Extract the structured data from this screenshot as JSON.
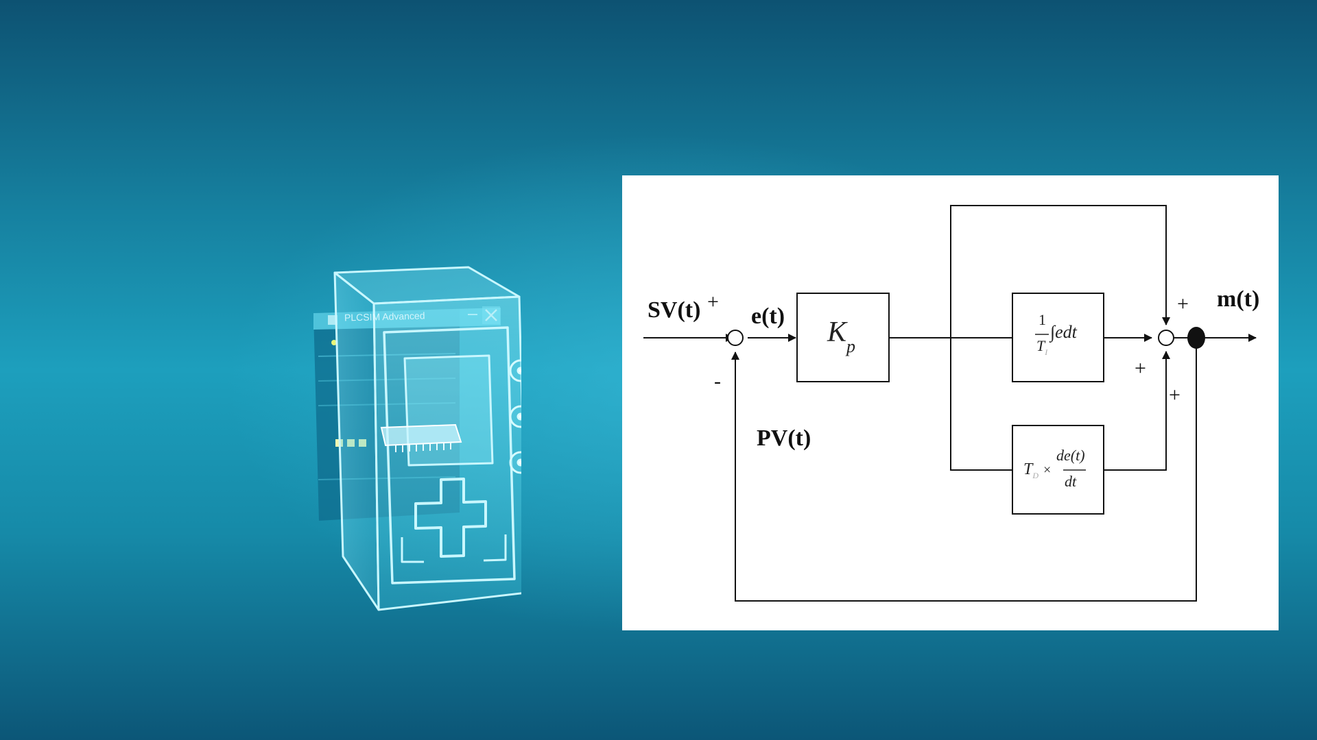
{
  "background": {
    "accent": "#1d9fbd",
    "dark": "#0d5272"
  },
  "plc": {
    "window_title": "PLCSIM Advanced",
    "minimize_glyph": "—",
    "close_glyph": "✕",
    "glow_color": "#bff6ff",
    "icons": [
      "plc-device-icon",
      "chip-icon",
      "minimize-icon",
      "close-icon",
      "port-icon"
    ]
  },
  "diagram": {
    "signals": {
      "setpoint": "SV(t)",
      "error": "e(t)",
      "process_variable": "PV(t)",
      "output": "m(t)"
    },
    "signs": {
      "sum1_plus": "+",
      "sum1_minus": "-",
      "sum2_top_plus": "+",
      "sum2_mid_plus": "+",
      "sum2_bottom_plus": "+"
    },
    "blocks": {
      "proportional": {
        "main": "K",
        "sub": "p"
      },
      "integral": {
        "num": "1",
        "den": "T",
        "den_sub": "I",
        "expr": "∫edt"
      },
      "derivative": {
        "coef": "T",
        "coef_sub": "D",
        "times": "×",
        "num": "de(t)",
        "den": "dt"
      }
    }
  }
}
